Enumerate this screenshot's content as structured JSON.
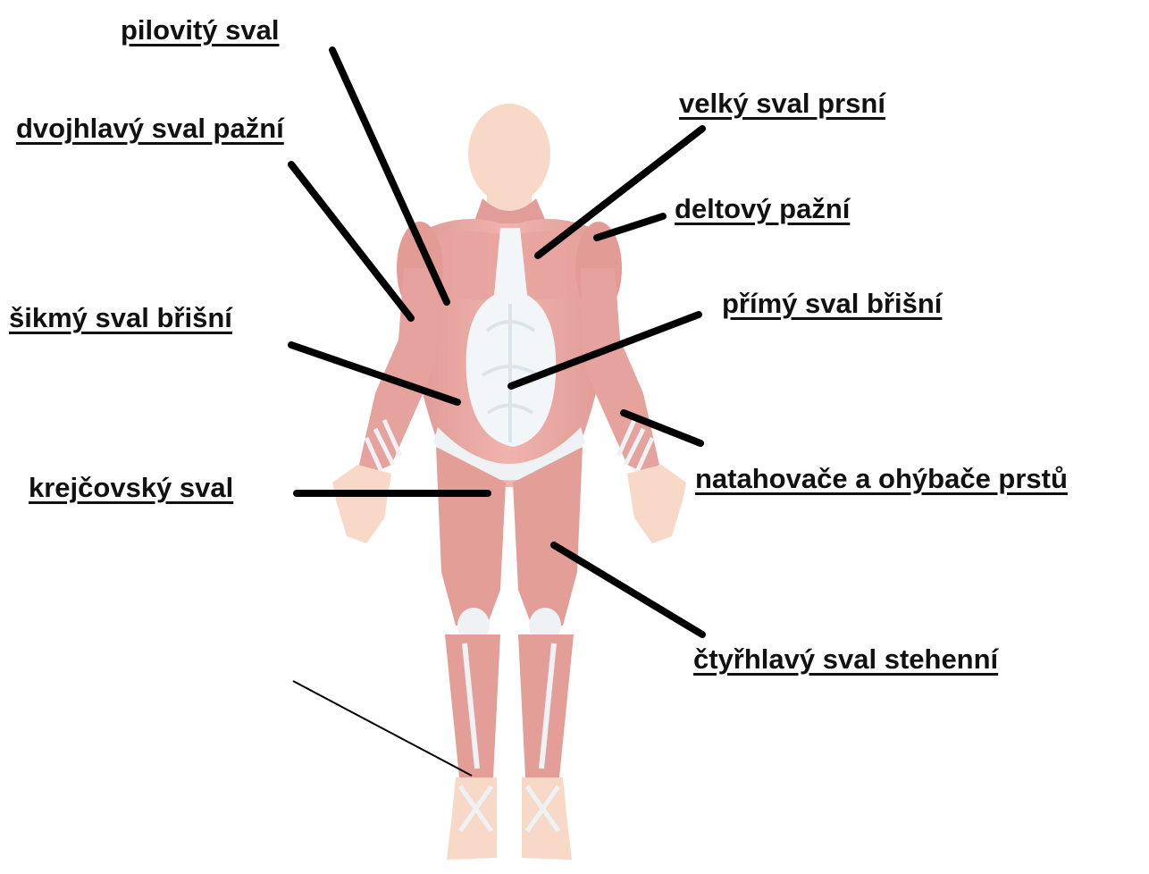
{
  "labels": {
    "pilovity": "pilovitý sval",
    "dvojhlavy": "dvojhlavý sval pažní",
    "sikmy": "šikmý sval břišní",
    "krejcovsky": "krejčovský sval",
    "velky": "velký sval prsní",
    "deltovy": "deltový pažní",
    "primy": "přímý sval břišní",
    "natahovace": "natahovače a ohýbače prstů",
    "ctyrhlavy": "čtyřhlavý sval stehenní"
  },
  "colors": {
    "skin": "#f8d9c8",
    "muscle": "#e8a5a0",
    "muscle_dark": "#d67e7a",
    "tendon": "#eef2f5",
    "leader": "#000000"
  }
}
